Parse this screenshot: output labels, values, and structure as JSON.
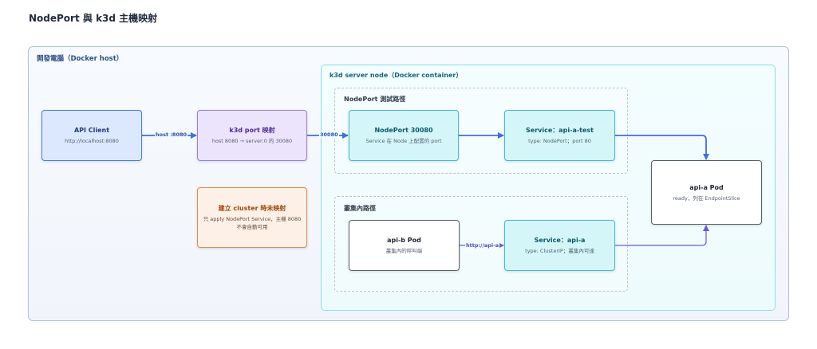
{
  "title": "NodePort 與 k3d 主機映射",
  "host_group": "開發電腦（Docker host）",
  "k3d_group": "k3d server node（Docker container）",
  "nodeport_group": "NodePort 測試路徑",
  "cluster_group": "叢集內路徑",
  "nodes": {
    "api_client": {
      "title": "API Client",
      "sub": "http://localhost:8080"
    },
    "k3d_port": {
      "title": "k3d port 映射",
      "sub": "host 8080 → server:0 的 30080"
    },
    "warning": {
      "title": "建立 cluster 時未映射",
      "sub": "只 apply NodePort Service，主機 8080 不會自動可用"
    },
    "nodeport": {
      "title": "NodePort 30080",
      "sub": "Service 在 Node 上配置的 port"
    },
    "svc_test": {
      "title": "Service：api-a-test",
      "sub": "type: NodePort；port 80"
    },
    "api_b": {
      "title": "api-b Pod",
      "sub": "叢集內的呼叫端"
    },
    "svc_a": {
      "title": "Service：api-a",
      "sub": "type: ClusterIP；叢集內可達"
    },
    "api_a": {
      "title": "api-a Pod",
      "sub": "ready，列在 EndpointSlice"
    }
  },
  "edges": {
    "host_8080": "host :8080",
    "port_30080": "30080",
    "http_api_a": "http://api-a"
  },
  "colors": {
    "blue_edge": "#3f6fd8",
    "purple_edge": "#6a5bd6"
  }
}
